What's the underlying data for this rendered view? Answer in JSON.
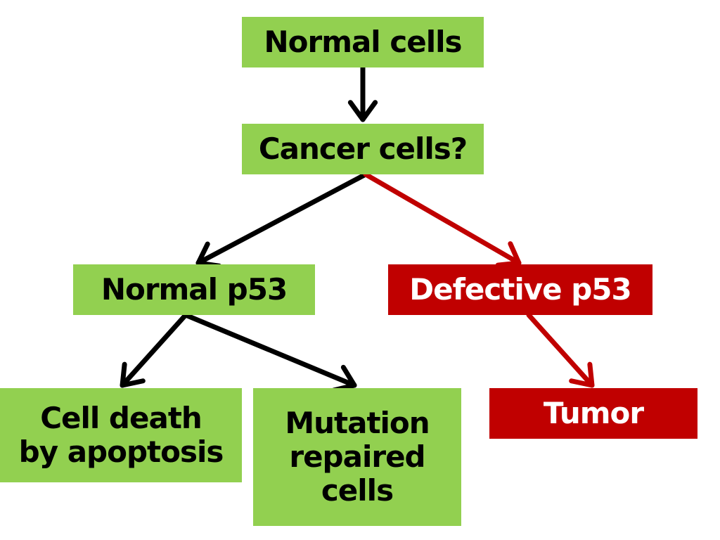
{
  "nodes": {
    "normal_cells": "Normal cells",
    "cancer_cells": "Cancer cells?",
    "normal_p53": "Normal p53",
    "defective_p53": "Defective p53",
    "cell_death": "Cell death\nby apoptosis",
    "mutation_repaired": "Mutation\nrepaired\ncells",
    "tumor": "Tumor"
  },
  "colors": {
    "box_green": "#92d050",
    "box_red": "#c00000",
    "arrow_black": "#000000",
    "arrow_red": "#c00000"
  },
  "edges": [
    {
      "from": "normal_cells",
      "to": "cancer_cells",
      "color": "black"
    },
    {
      "from": "cancer_cells",
      "to": "normal_p53",
      "color": "black"
    },
    {
      "from": "cancer_cells",
      "to": "defective_p53",
      "color": "red"
    },
    {
      "from": "normal_p53",
      "to": "cell_death",
      "color": "black"
    },
    {
      "from": "normal_p53",
      "to": "mutation_repaired",
      "color": "black"
    },
    {
      "from": "defective_p53",
      "to": "tumor",
      "color": "red"
    }
  ]
}
